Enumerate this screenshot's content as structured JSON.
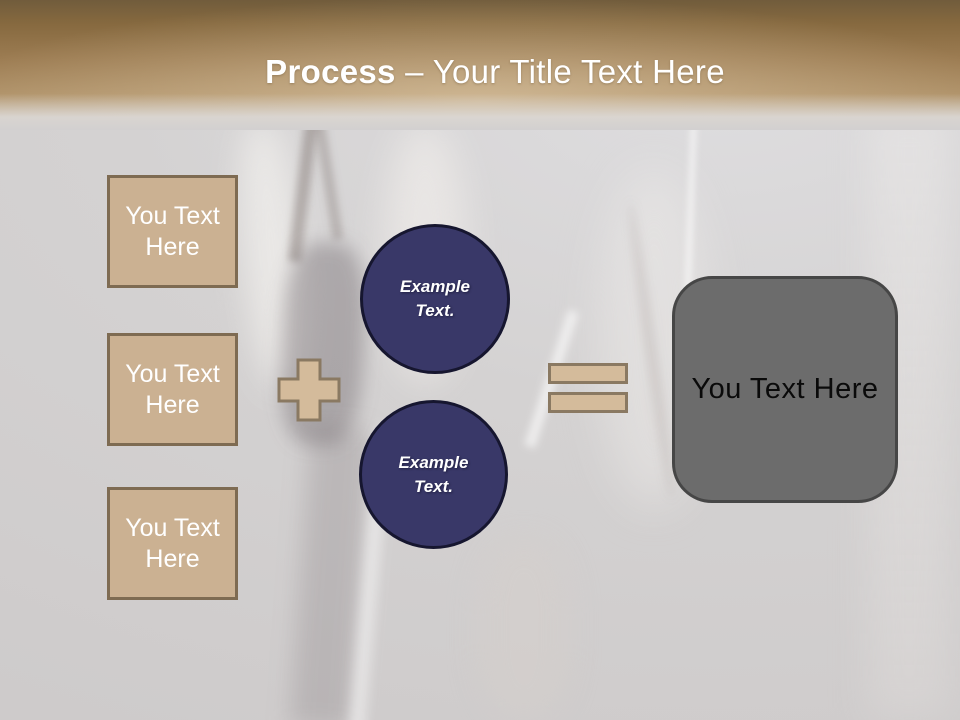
{
  "title": {
    "emphasis": "Process",
    "separator": " – ",
    "rest": "Your Title Text Here"
  },
  "input_boxes": [
    {
      "label": "You Text Here"
    },
    {
      "label": "You Text Here"
    },
    {
      "label": "You Text Here"
    }
  ],
  "operators": {
    "plus": "plus-sign",
    "equals": "equals-sign"
  },
  "circles": [
    {
      "label": "Example Text."
    },
    {
      "label": "Example Text."
    }
  ],
  "result_box": {
    "label": "You Text Here"
  },
  "colors": {
    "header_brown_top": "#715c3c",
    "header_brown_mid": "#9c7c52",
    "header_tan_bottom": "#c2ab87",
    "background_gray": "#d2d0d0",
    "tan_fill": "#cbb192",
    "tan_border": "#7e6b52",
    "operator_fill": "#d4bb9b",
    "operator_border": "#8a7962",
    "circle_fill": "#393868",
    "circle_border": "#16162f",
    "result_fill": "#6c6c6c",
    "result_border": "#464646",
    "title_text": "#ffffff",
    "result_text": "#0a0a0a"
  }
}
